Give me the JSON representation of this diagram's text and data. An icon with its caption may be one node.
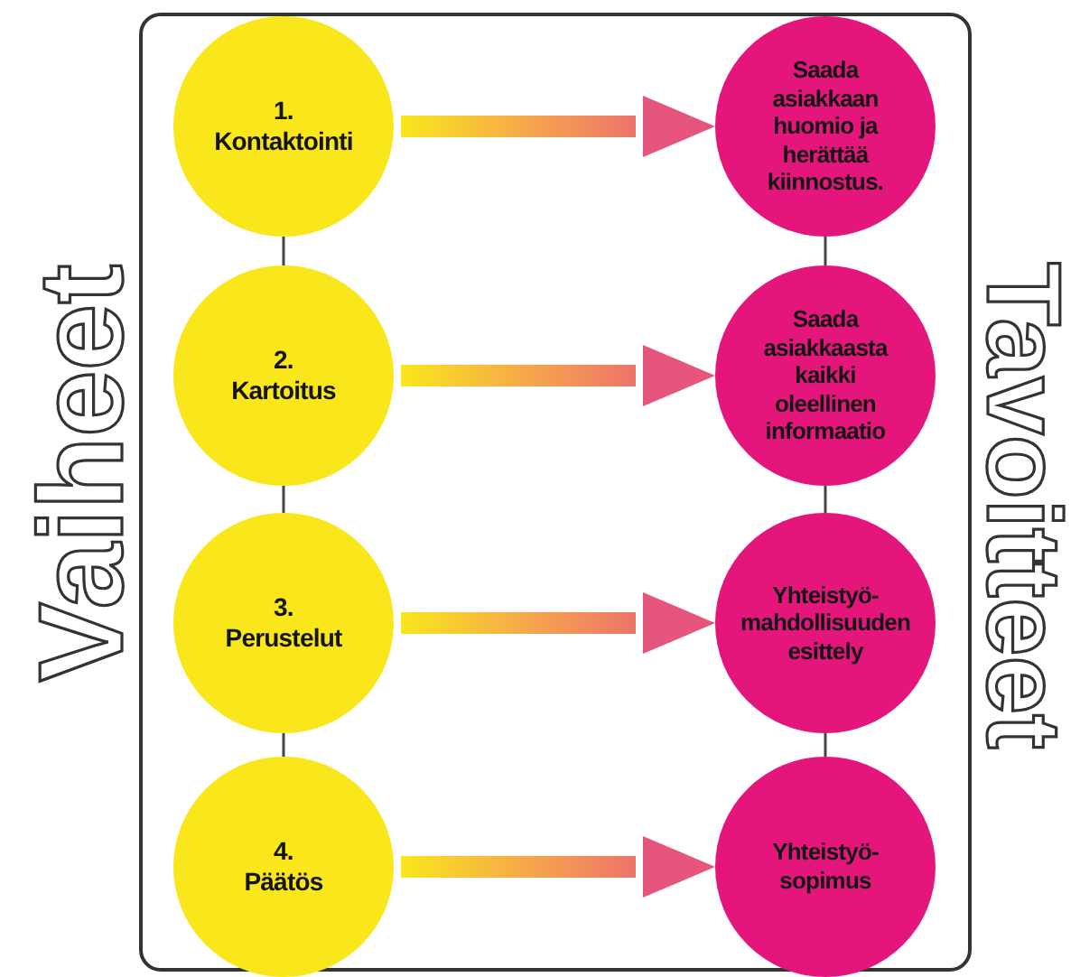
{
  "diagram": {
    "nodes": [
      {
        "text": [],
        "shape": "box"
      },
      {
        "text": [
          "1.",
          "Kontaktointi"
        ],
        "in": 0
      },
      {
        "text": [
          "Saada asiakkaan huomio ja herättää kiinnostus."
        ],
        "in": 0
      },
      {
        "text": [
          "2.",
          "Kartoitus"
        ],
        "in": 0
      },
      {
        "text": [
          "Saada asiakkaasta kaikki oleellinen informaatio"
        ],
        "in": 0
      },
      {
        "text": [
          "3.",
          "Perustelut"
        ],
        "in": 0
      },
      {
        "text": [
          "Yhteistyö-mahdollisuuden esittely"
        ],
        "in": 0
      },
      {
        "text": [
          "4.",
          "Päätös"
        ],
        "in": 0
      },
      {
        "text": [
          "Yhteistyö-sopimus"
        ],
        "in": 0
      }
    ],
    "edges": [
      {
        "from": 1,
        "to": 2,
        "arrow": "to"
      },
      {
        "from": 3,
        "to": 4,
        "arrow": "to"
      },
      {
        "from": 5,
        "to": 6,
        "arrow": "to"
      },
      {
        "from": 7,
        "to": 8,
        "arrow": "to"
      },
      {
        "from": 1,
        "to": 3,
        "arrow": "none"
      },
      {
        "from": 3,
        "to": 5,
        "arrow": "none"
      },
      {
        "from": 5,
        "to": 7,
        "arrow": "none"
      },
      {
        "from": 2,
        "to": 4,
        "arrow": "none"
      },
      {
        "from": 4,
        "to": 6,
        "arrow": "none"
      },
      {
        "from": 6,
        "to": 8,
        "arrow": "none"
      }
    ],
    "labels": [
      "Vaiheet",
      "Tavoitteet"
    ]
  }
}
